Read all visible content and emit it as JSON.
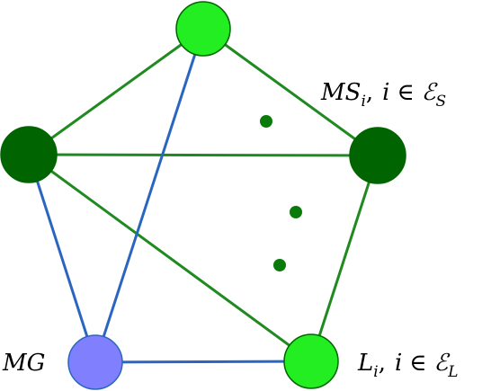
{
  "colors": {
    "green_edge": "#1f8a1f",
    "blue_edge": "#2a66c0",
    "light_green_node": "#22ee22",
    "dark_green_node": "#006400",
    "blue_node": "#8080ff",
    "dots": "#0a7a0a"
  },
  "labels": {
    "ms": {
      "main": "MS",
      "sub": "i",
      "sep": ",",
      "var": "i",
      "rel": "∈",
      "set": "ℰ",
      "set_sub": "S"
    },
    "mg": {
      "text": "MG"
    },
    "l": {
      "main": "L",
      "sub": "i",
      "sep": ",",
      "var": "i",
      "rel": "∈",
      "set": "ℰ",
      "set_sub": "L"
    }
  }
}
